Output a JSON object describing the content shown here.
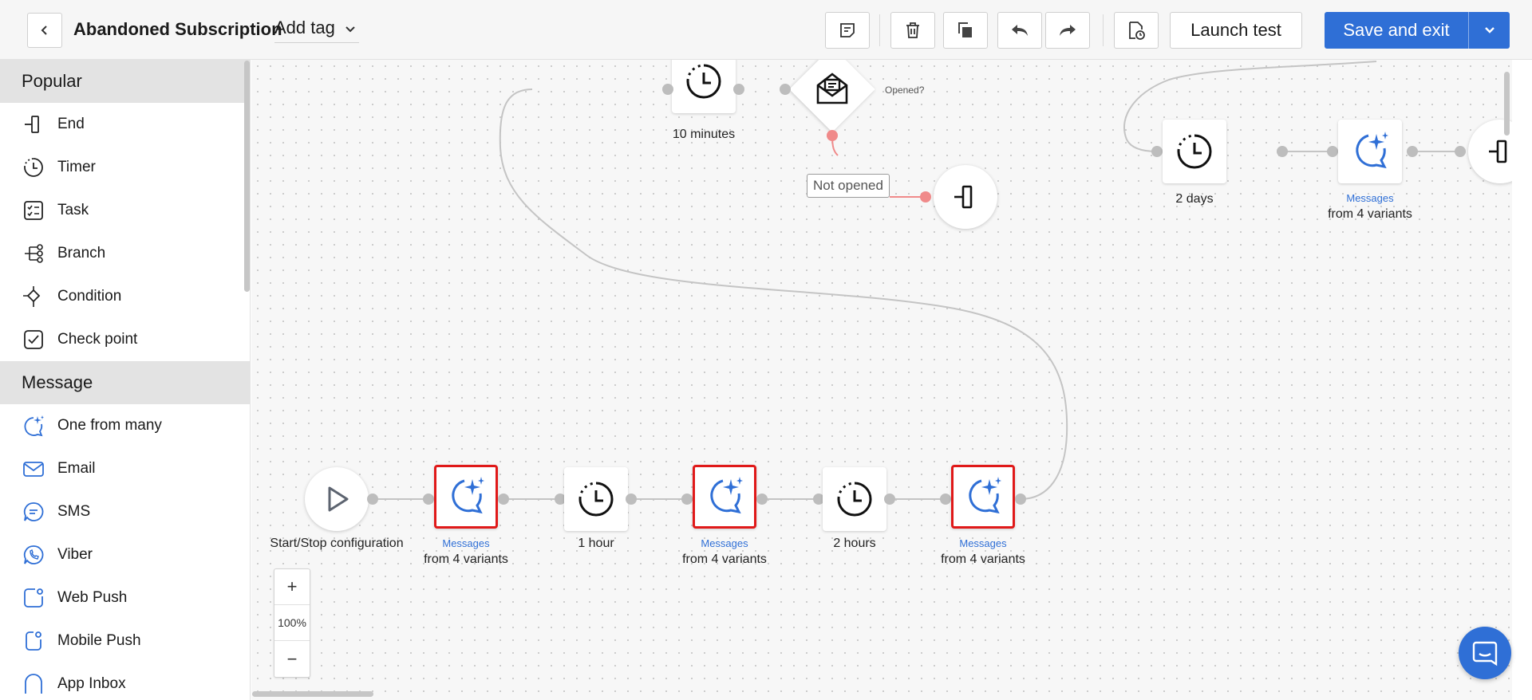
{
  "header": {
    "title": "Abandoned Subscription",
    "tag_label": "Add tag",
    "launch_label": "Launch test",
    "save_label": "Save and exit"
  },
  "sidebar": {
    "popular_label": "Popular",
    "popular": [
      {
        "label": "End",
        "icon": "end-icon"
      },
      {
        "label": "Timer",
        "icon": "timer-icon"
      },
      {
        "label": "Task",
        "icon": "task-icon"
      },
      {
        "label": "Branch",
        "icon": "branch-icon"
      },
      {
        "label": "Condition",
        "icon": "condition-icon"
      },
      {
        "label": "Check point",
        "icon": "check-point-icon"
      }
    ],
    "message_label": "Message",
    "message": [
      {
        "label": "One from many",
        "icon": "one-from-many-icon"
      },
      {
        "label": "Email",
        "icon": "email-icon"
      },
      {
        "label": "SMS",
        "icon": "sms-icon"
      },
      {
        "label": "Viber",
        "icon": "viber-icon"
      },
      {
        "label": "Web Push",
        "icon": "web-push-icon"
      },
      {
        "label": "Mobile Push",
        "icon": "mobile-push-icon"
      },
      {
        "label": "App Inbox",
        "icon": "app-inbox-icon"
      }
    ]
  },
  "canvas": {
    "start_label": "Start/Stop configuration",
    "msg_blue": "Messages",
    "msg_sub": "from 4 variants",
    "timer_1h": "1 hour",
    "timer_2h": "2 hours",
    "timer_10m": "10 minutes",
    "timer_2d": "2 days",
    "condition_label": "Opened?",
    "not_opened_label": "Not opened"
  },
  "zoom": {
    "plus": "+",
    "percent": "100%",
    "minus": "−"
  },
  "colors": {
    "accent": "#2f6fd6",
    "selection": "#e01919",
    "negative_link": "#f08a8a"
  }
}
